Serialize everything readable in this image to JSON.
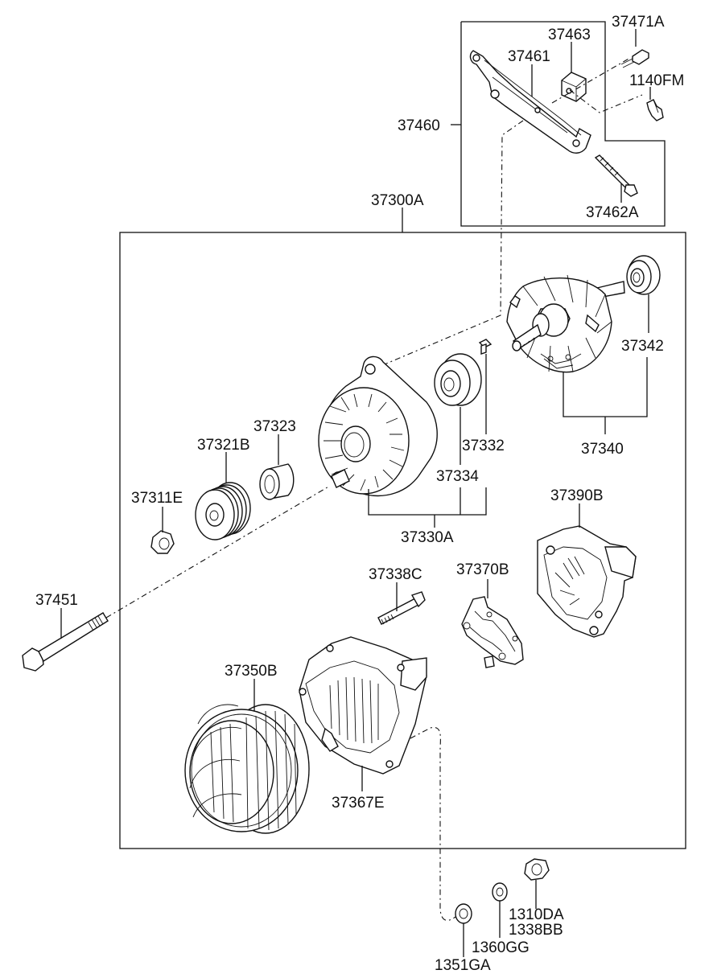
{
  "labels": {
    "l37471A": "37471A",
    "l37463": "37463",
    "l37461": "37461",
    "l1140FM": "1140FM",
    "l37460": "37460",
    "l37462A": "37462A",
    "l37300A": "37300A",
    "l37342": "37342",
    "l37323": "37323",
    "l37321B": "37321B",
    "l37332": "37332",
    "l37340": "37340",
    "l37334": "37334",
    "l37311E": "37311E",
    "l37390B": "37390B",
    "l37330A": "37330A",
    "l37338C": "37338C",
    "l37370B": "37370B",
    "l37451": "37451",
    "l37350B": "37350B",
    "l37367E": "37367E",
    "l1310DA": "1310DA",
    "l1338BB": "1338BB",
    "l1360GG": "1360GG",
    "l1351GA": "1351GA"
  },
  "parts": {
    "bracket": "bracket-icon",
    "alternator_front_housing": "front-housing-icon",
    "bearing_front": "bearing-icon",
    "rotor": "rotor-icon",
    "bearing_rear": "bearing-icon",
    "pulley": "pulley-icon",
    "spacer": "spacer-icon",
    "nut": "nut-icon",
    "long_bolt": "bolt-icon",
    "stator": "stator-icon",
    "rear_housing": "rear-housing-icon",
    "brush_holder": "brush-holder-icon",
    "rear_cover": "rear-cover-icon"
  }
}
